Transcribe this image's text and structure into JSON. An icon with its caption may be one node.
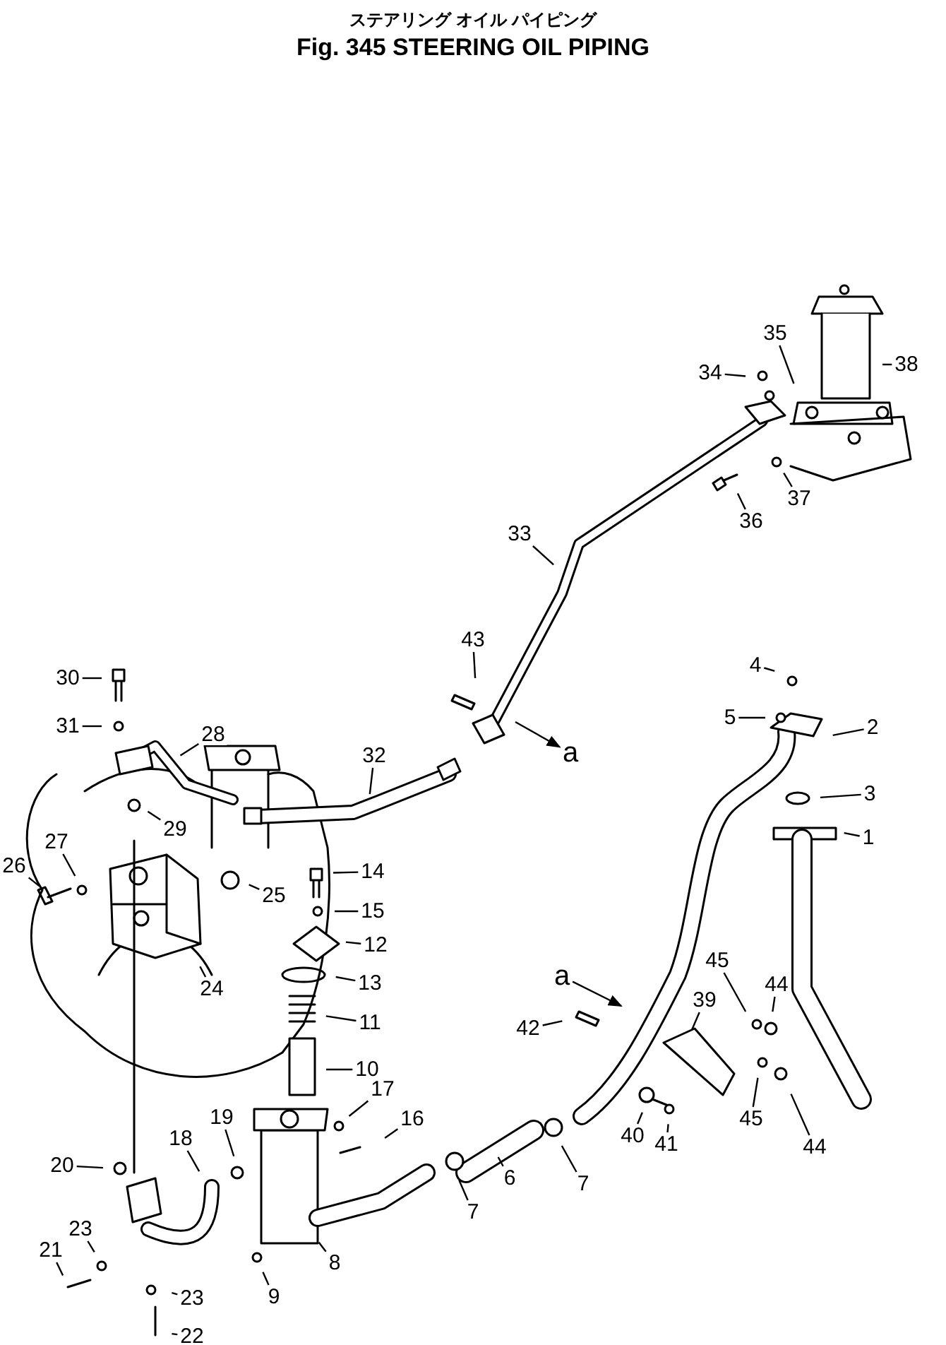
{
  "diagram": {
    "title": "Fig. 345 STEERING OIL PIPING",
    "labels": [
      "ステアリング オイル パイピング"
    ],
    "nodes": [
      {
        "text": [
          "38"
        ]
      },
      {
        "text": [
          "35"
        ]
      },
      {
        "text": [
          "34"
        ]
      },
      {
        "text": [
          "37"
        ]
      },
      {
        "text": [
          "36"
        ]
      },
      {
        "text": [
          "33"
        ]
      },
      {
        "text": [
          "43"
        ]
      },
      {
        "text": [
          "4"
        ]
      },
      {
        "text": [
          "30"
        ]
      },
      {
        "text": [
          "5"
        ]
      },
      {
        "text": [
          "31"
        ]
      },
      {
        "text": [
          "2"
        ]
      },
      {
        "text": [
          "28"
        ]
      },
      {
        "text": [
          "a"
        ]
      },
      {
        "text": [
          "32"
        ]
      },
      {
        "text": [
          "3"
        ]
      },
      {
        "text": [
          "29"
        ]
      },
      {
        "text": [
          "1"
        ]
      },
      {
        "text": [
          "27"
        ]
      },
      {
        "text": [
          "26"
        ]
      },
      {
        "text": [
          "14"
        ]
      },
      {
        "text": [
          "25"
        ]
      },
      {
        "text": [
          "15"
        ]
      },
      {
        "text": [
          "12"
        ]
      },
      {
        "text": [
          "13"
        ]
      },
      {
        "text": [
          "45"
        ]
      },
      {
        "text": [
          "a"
        ]
      },
      {
        "text": [
          "24"
        ]
      },
      {
        "text": [
          "44"
        ]
      },
      {
        "text": [
          "39"
        ]
      },
      {
        "text": [
          "11"
        ]
      },
      {
        "text": [
          "42"
        ]
      },
      {
        "text": [
          "10"
        ]
      },
      {
        "text": [
          "17"
        ]
      },
      {
        "text": [
          "19"
        ]
      },
      {
        "text": [
          "45"
        ]
      },
      {
        "text": [
          "16"
        ]
      },
      {
        "text": [
          "40"
        ]
      },
      {
        "text": [
          "18"
        ]
      },
      {
        "text": [
          "44"
        ]
      },
      {
        "text": [
          "41"
        ]
      },
      {
        "text": [
          "20"
        ]
      },
      {
        "text": [
          "6"
        ]
      },
      {
        "text": [
          "7"
        ]
      },
      {
        "text": [
          "7"
        ]
      },
      {
        "text": [
          "23"
        ]
      },
      {
        "text": [
          "21"
        ]
      },
      {
        "text": [
          "8"
        ]
      },
      {
        "text": [
          "9"
        ]
      },
      {
        "text": [
          "23"
        ]
      },
      {
        "text": [
          "22"
        ]
      }
    ],
    "edges": [
      {
        "from": 0,
        "to": null,
        "arrow": "none"
      },
      {
        "from": 1,
        "to": null,
        "arrow": "none"
      },
      {
        "from": 2,
        "to": null,
        "arrow": "none"
      },
      {
        "from": 3,
        "to": null,
        "arrow": "none"
      },
      {
        "from": 4,
        "to": null,
        "arrow": "none"
      },
      {
        "from": 5,
        "to": null,
        "arrow": "none"
      },
      {
        "from": 6,
        "to": null,
        "arrow": "none"
      },
      {
        "from": 7,
        "to": null,
        "arrow": "none"
      },
      {
        "from": 8,
        "to": null,
        "arrow": "none"
      },
      {
        "from": 9,
        "to": null,
        "arrow": "none"
      },
      {
        "from": 10,
        "to": null,
        "arrow": "none"
      },
      {
        "from": 11,
        "to": null,
        "arrow": "none"
      },
      {
        "from": 12,
        "to": null,
        "arrow": "none"
      },
      {
        "from": null,
        "to": 13,
        "arrow": "to"
      },
      {
        "from": 14,
        "to": null,
        "arrow": "none"
      },
      {
        "from": 15,
        "to": null,
        "arrow": "none"
      },
      {
        "from": 16,
        "to": null,
        "arrow": "none"
      },
      {
        "from": 17,
        "to": null,
        "arrow": "none"
      },
      {
        "from": 18,
        "to": null,
        "arrow": "none"
      },
      {
        "from": 19,
        "to": null,
        "arrow": "none"
      },
      {
        "from": 20,
        "to": null,
        "arrow": "none"
      },
      {
        "from": 21,
        "to": null,
        "arrow": "none"
      },
      {
        "from": 22,
        "to": null,
        "arrow": "none"
      },
      {
        "from": 23,
        "to": null,
        "arrow": "none"
      },
      {
        "from": 24,
        "to": null,
        "arrow": "none"
      },
      {
        "from": 25,
        "to": null,
        "arrow": "none"
      },
      {
        "from": 26,
        "to": null,
        "arrow": "to"
      },
      {
        "from": 27,
        "to": null,
        "arrow": "none"
      },
      {
        "from": 28,
        "to": null,
        "arrow": "none"
      },
      {
        "from": 29,
        "to": null,
        "arrow": "none"
      },
      {
        "from": 30,
        "to": null,
        "arrow": "none"
      },
      {
        "from": 31,
        "to": null,
        "arrow": "none"
      },
      {
        "from": 32,
        "to": null,
        "arrow": "none"
      },
      {
        "from": 33,
        "to": null,
        "arrow": "none"
      },
      {
        "from": 34,
        "to": null,
        "arrow": "none"
      },
      {
        "from": 35,
        "to": null,
        "arrow": "none"
      },
      {
        "from": 36,
        "to": null,
        "arrow": "none"
      },
      {
        "from": 37,
        "to": null,
        "arrow": "none"
      },
      {
        "from": 38,
        "to": null,
        "arrow": "none"
      },
      {
        "from": 39,
        "to": null,
        "arrow": "none"
      },
      {
        "from": 40,
        "to": null,
        "arrow": "none"
      },
      {
        "from": 41,
        "to": null,
        "arrow": "none"
      },
      {
        "from": 42,
        "to": null,
        "arrow": "none"
      },
      {
        "from": 43,
        "to": null,
        "arrow": "none"
      },
      {
        "from": 44,
        "to": null,
        "arrow": "none"
      },
      {
        "from": 45,
        "to": null,
        "arrow": "none"
      },
      {
        "from": 46,
        "to": null,
        "arrow": "none"
      },
      {
        "from": 47,
        "to": null,
        "arrow": "none"
      },
      {
        "from": 48,
        "to": null,
        "arrow": "none"
      },
      {
        "from": 49,
        "to": null,
        "arrow": "none"
      },
      {
        "from": 50,
        "to": null,
        "arrow": "none"
      }
    ]
  }
}
